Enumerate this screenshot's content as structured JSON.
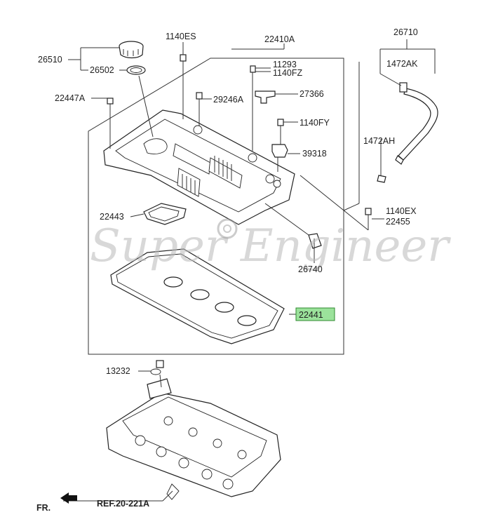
{
  "labels": {
    "p26510": "26510",
    "p26502": "26502",
    "p22447A": "22447A",
    "p1140ES": "1140ES",
    "p22410A": "22410A",
    "p11293": "11293",
    "p1140FZ": "1140FZ",
    "p29246A": "29246A",
    "p27366": "27366",
    "p1140FY": "1140FY",
    "p39318": "39318",
    "p26710": "26710",
    "p1472AK": "1472AK",
    "p1472AH": "1472AH",
    "p1140EX": "1140EX",
    "p22455": "22455",
    "p22443": "22443",
    "p26740": "26740",
    "p22441": "22441",
    "p13232": "13232",
    "ref": "REF.20-221A",
    "front": "FR."
  },
  "highlight": {
    "part": "22441",
    "color": "#9be29b"
  },
  "watermark": {
    "text": "Super Engineer"
  }
}
